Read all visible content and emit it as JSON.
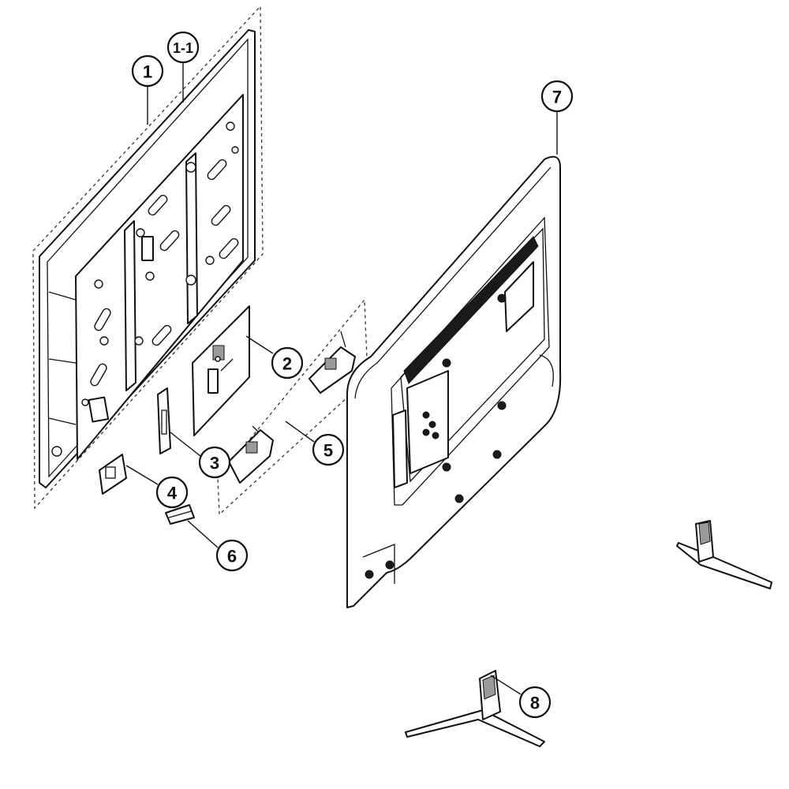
{
  "callouts": {
    "c1": "1",
    "c1_1": "1-1",
    "c2": "2",
    "c3": "3",
    "c4": "4",
    "c5": "5",
    "c6": "6",
    "c7": "7",
    "c8": "8"
  },
  "colors": {
    "line": "#111111",
    "background": "#ffffff",
    "vent": "#1a1a1a"
  }
}
